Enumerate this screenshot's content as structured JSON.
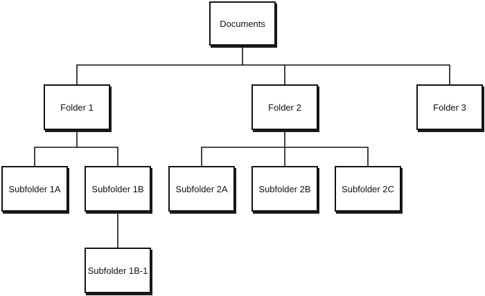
{
  "diagram": {
    "root": {
      "label": "Documents"
    },
    "folders": [
      {
        "label": "Folder 1"
      },
      {
        "label": "Folder 2"
      },
      {
        "label": "Folder 3"
      }
    ],
    "subfolders": {
      "folder_1": [
        {
          "label": "Subfolder 1A"
        },
        {
          "label": "Subfolder 1B"
        }
      ],
      "folder_2": [
        {
          "label": "Subfolder 2A"
        },
        {
          "label": "Subfolder 2B"
        },
        {
          "label": "Subfolder 2C"
        }
      ],
      "subfolder_1b": [
        {
          "label": "Subfolder 1B-1"
        }
      ]
    },
    "edges": [
      [
        "Documents",
        "Folder 1"
      ],
      [
        "Documents",
        "Folder 2"
      ],
      [
        "Documents",
        "Folder 3"
      ],
      [
        "Folder 1",
        "Subfolder 1A"
      ],
      [
        "Folder 1",
        "Subfolder 1B"
      ],
      [
        "Folder 2",
        "Subfolder 2A"
      ],
      [
        "Folder 2",
        "Subfolder 2B"
      ],
      [
        "Folder 2",
        "Subfolder 2C"
      ],
      [
        "Subfolder 1B",
        "Subfolder 1B-1"
      ]
    ]
  }
}
